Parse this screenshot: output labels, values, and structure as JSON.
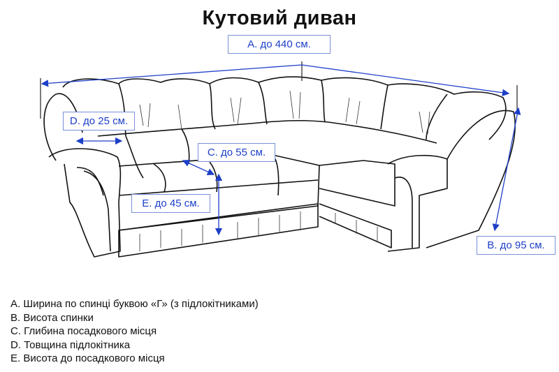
{
  "title": "Кутовий диван",
  "dimensions": {
    "A": "A. до 440 см.",
    "B": "B. до 95 см.",
    "C": "C. до 55 см.",
    "D": "D. до 25 см.",
    "E": "E. до 45 см."
  },
  "legend": [
    "A. Ширина по спинці буквою «Г» (з підлокітниками)",
    "B. Висота спинки",
    "C. Глибина посадкового місця",
    "D. Товщина підлокітника",
    "E. Висота до посадкового місця"
  ],
  "colors": {
    "dimension": "#1d3fc8",
    "outline": "#111111"
  }
}
